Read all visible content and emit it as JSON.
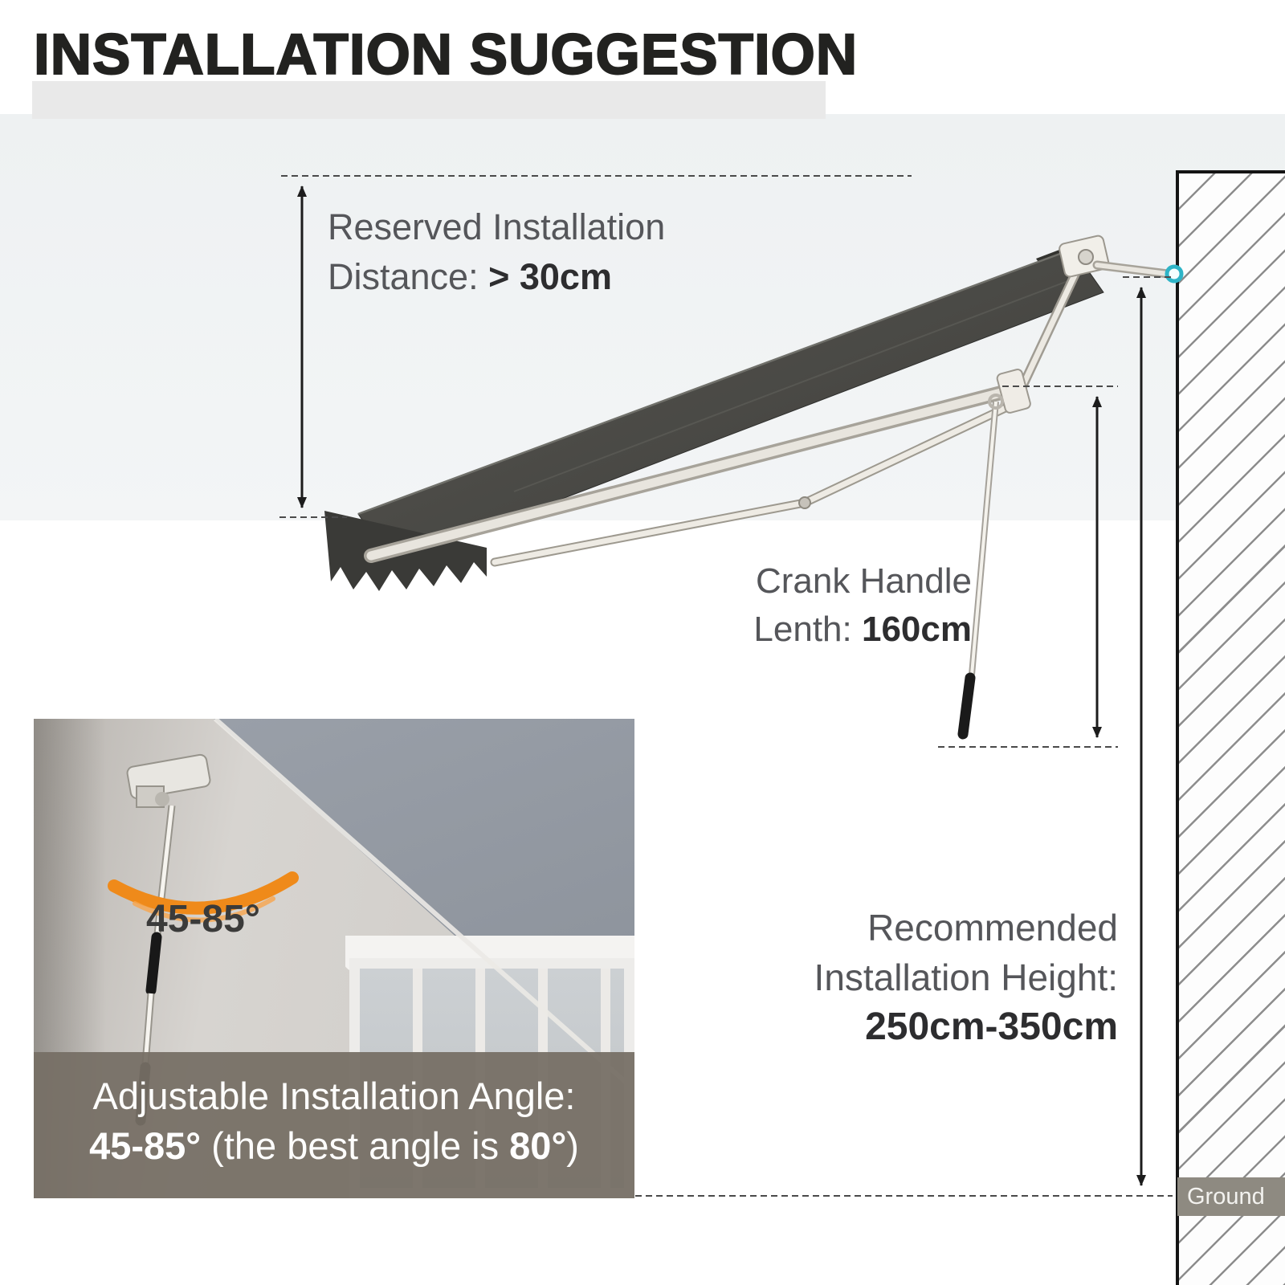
{
  "title": "INSTALLATION SUGGESTION",
  "colors": {
    "accent_orange": "#ef8a1a",
    "teal_marker": "#2eb4c7",
    "fabric_gray": "#45443f",
    "caption_bg": "#766f65"
  },
  "labels": {
    "reserved": {
      "line1": "Reserved Installation",
      "line2_prefix": "Distance: ",
      "line2_bold": "> 30cm"
    },
    "crank": {
      "line1": "Crank Handle",
      "line2_prefix": "Lenth: ",
      "line2_bold": "160cm"
    },
    "height": {
      "line1": "Recommended",
      "line2": "Installation Height:",
      "line3_bold": "250cm-350cm"
    },
    "angle_range": "45-85°",
    "caption": {
      "line1": "Adjustable Installation Angle:",
      "bold1": "45-85°",
      "mid": " (the best angle is ",
      "bold2": "80°",
      "end": ")"
    },
    "ground": "Ground"
  }
}
